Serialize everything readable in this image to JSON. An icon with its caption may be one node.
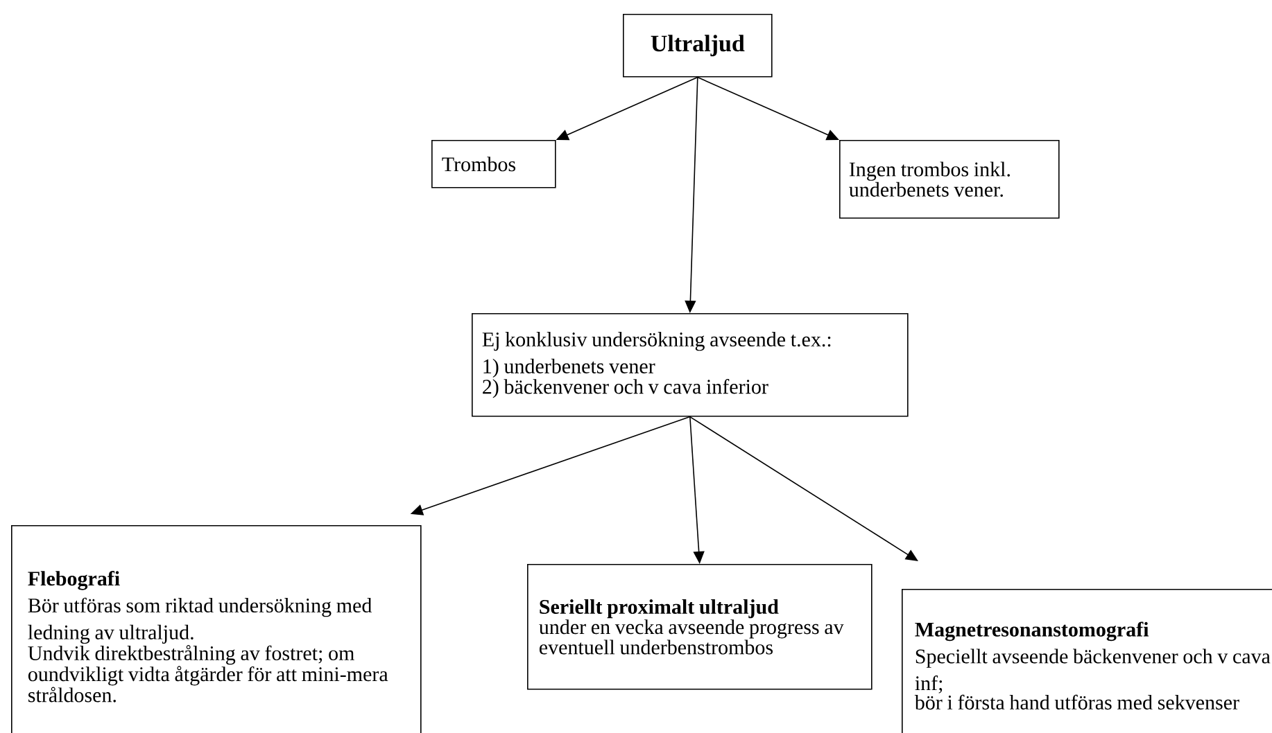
{
  "diagram": {
    "nodes": [
      {
        "text": [
          "Ultraljud"
        ]
      },
      {
        "text": [
          "Trombos"
        ]
      },
      {
        "text": [
          "Ingen trombos inkl. underbenets vener."
        ]
      },
      {
        "text": [
          "Ej konklusiv undersökning avseende t.ex.:",
          "1)  underbenets vener",
          "2)  bäckenvener och v cava inferior"
        ]
      },
      {
        "text": [
          "Flebografi",
          "Bör utföras som riktad undersökning med ledning av ultraljud.",
          "Undvik direktbestrålning av fostret; om oundvikligt vidta åtgärder för att mini-mera stråldosen."
        ]
      },
      {
        "text": [
          "Seriellt proximalt ultraljud",
          "under en vecka avseende progress av eventuell underbenstrombos"
        ]
      },
      {
        "text": [
          "Magnetresonanstomografi",
          "Speciellt avseende bäckenvener och v cava inf;",
          "bör i första hand utföras med sekvenser"
        ]
      }
    ],
    "edges": [
      {
        "from": 0,
        "to": 1,
        "arrow": "to"
      },
      {
        "from": 0,
        "to": 2,
        "arrow": "to"
      },
      {
        "from": 0,
        "to": 3,
        "arrow": "to"
      },
      {
        "from": 3,
        "to": 4,
        "arrow": "to"
      },
      {
        "from": 3,
        "to": 5,
        "arrow": "to"
      },
      {
        "from": 3,
        "to": 6,
        "arrow": "to"
      }
    ]
  }
}
